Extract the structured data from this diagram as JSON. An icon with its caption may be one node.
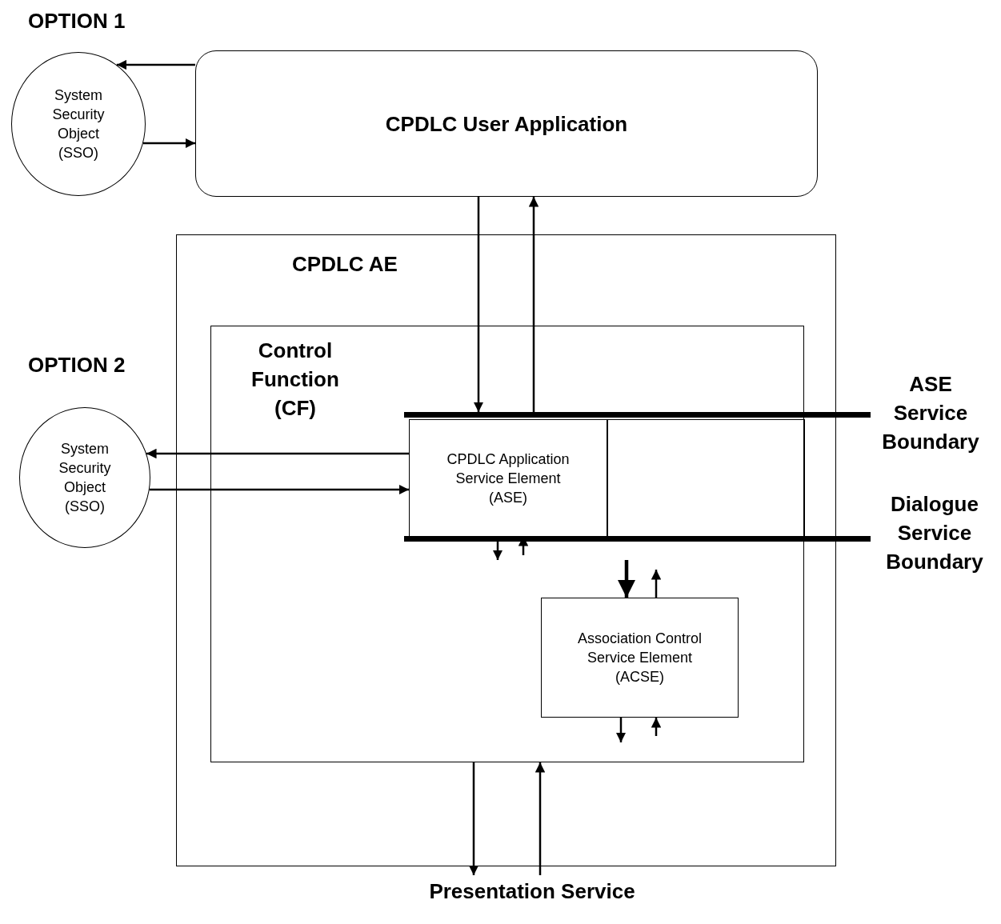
{
  "diagram": {
    "nodes": [
      {
        "text": [
          "System Security Object (SSO)"
        ]
      },
      {
        "text": [
          "CPDLC User Application"
        ]
      },
      {
        "text": [
          "CPDLC AE"
        ]
      },
      {
        "text": [
          "Control Function (CF)"
        ],
        "in": 2
      },
      {
        "text": [],
        "shape": "bar",
        "beside": [
          "ASE Service Boundary"
        ]
      },
      {
        "text": [
          "CPDLC Application Service Element (ASE)"
        ],
        "in": 3
      },
      {
        "text": [],
        "shape": "box",
        "in": 3
      },
      {
        "text": [],
        "shape": "bar",
        "beside": [
          "Dialogue Service Boundary"
        ]
      },
      {
        "text": [
          "System Security Object (SSO)"
        ]
      },
      {
        "text": [
          "Association Control Service Element (ACSE)"
        ],
        "in": 3
      },
      {
        "text": [
          "Presentation Service"
        ]
      }
    ],
    "edges": [
      {
        "from": 1,
        "to": 0,
        "arrow": "to"
      },
      {
        "from": 0,
        "to": 1,
        "arrow": "to"
      },
      {
        "from": 1,
        "to": 4,
        "arrow": "to"
      },
      {
        "from": 4,
        "to": 1,
        "arrow": "to"
      },
      {
        "from": 5,
        "to": 8,
        "arrow": "to"
      },
      {
        "from": 8,
        "to": 5,
        "arrow": "to"
      },
      {
        "from": 5,
        "to": 7,
        "arrow": "to"
      },
      {
        "from": null,
        "to": 5,
        "arrow": "to"
      },
      {
        "from": 7,
        "to": 9,
        "arrow": "to",
        "style": "thick"
      },
      {
        "from": 9,
        "to": 7,
        "arrow": "to"
      },
      {
        "from": 9,
        "to": null,
        "arrow": "to"
      },
      {
        "from": null,
        "to": 9,
        "arrow": "to"
      },
      {
        "from": 3,
        "to": 10,
        "arrow": "to"
      },
      {
        "from": 10,
        "to": 3,
        "arrow": "to"
      }
    ],
    "labels": [
      "OPTION 1",
      "OPTION 2"
    ]
  }
}
